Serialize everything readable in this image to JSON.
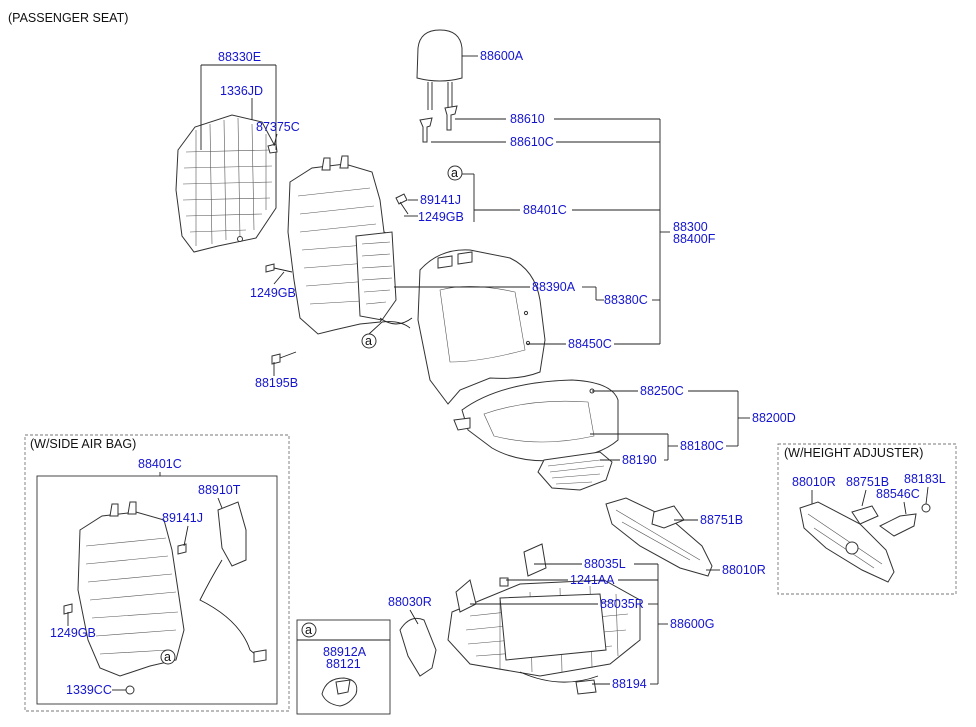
{
  "colors": {
    "label": "#1414d0",
    "text": "#111111",
    "line": "#222222"
  },
  "header": {
    "title": "(PASSENGER SEAT)"
  },
  "callouts": {
    "p88330E": "88330E",
    "p1336JD": "1336JD",
    "p87375C": "87375C",
    "p88600A": "88600A",
    "p88610": "88610",
    "p88610C": "88610C",
    "p89141J": "89141J",
    "p1249GB": "1249GB",
    "p88401C": "88401C",
    "p88300": "88300",
    "p88400F": "88400F",
    "p1249GB_b": "1249GB",
    "p88390A": "88390A",
    "p88380C": "88380C",
    "p88450C": "88450C",
    "p88195B": "88195B",
    "p88250C": "88250C",
    "p88200D": "88200D",
    "p88180C": "88180C",
    "p88190": "88190",
    "p88751B": "88751B",
    "p88010R": "88010R",
    "p88035L": "88035L",
    "p1241AA": "1241AA",
    "p88035R": "88035R",
    "p88030R": "88030R",
    "p88600G": "88600G",
    "p88194": "88194",
    "circle_a_1": "a",
    "circle_a_2": "a"
  },
  "side_airbag": {
    "title": "(W/SIDE AIR BAG)",
    "p88401C": "88401C",
    "p88910T": "88910T",
    "p89141J": "89141J",
    "p1249GB": "1249GB",
    "p1339CC": "1339CC",
    "circle_a": "a"
  },
  "detail_a": {
    "key": "a",
    "p88912A": "88912A",
    "p88121": "88121"
  },
  "height_adjuster": {
    "title": "(W/HEIGHT ADJUSTER)",
    "p88010R": "88010R",
    "p88751B": "88751B",
    "p88183L": "88183L",
    "p88546C": "88546C"
  }
}
